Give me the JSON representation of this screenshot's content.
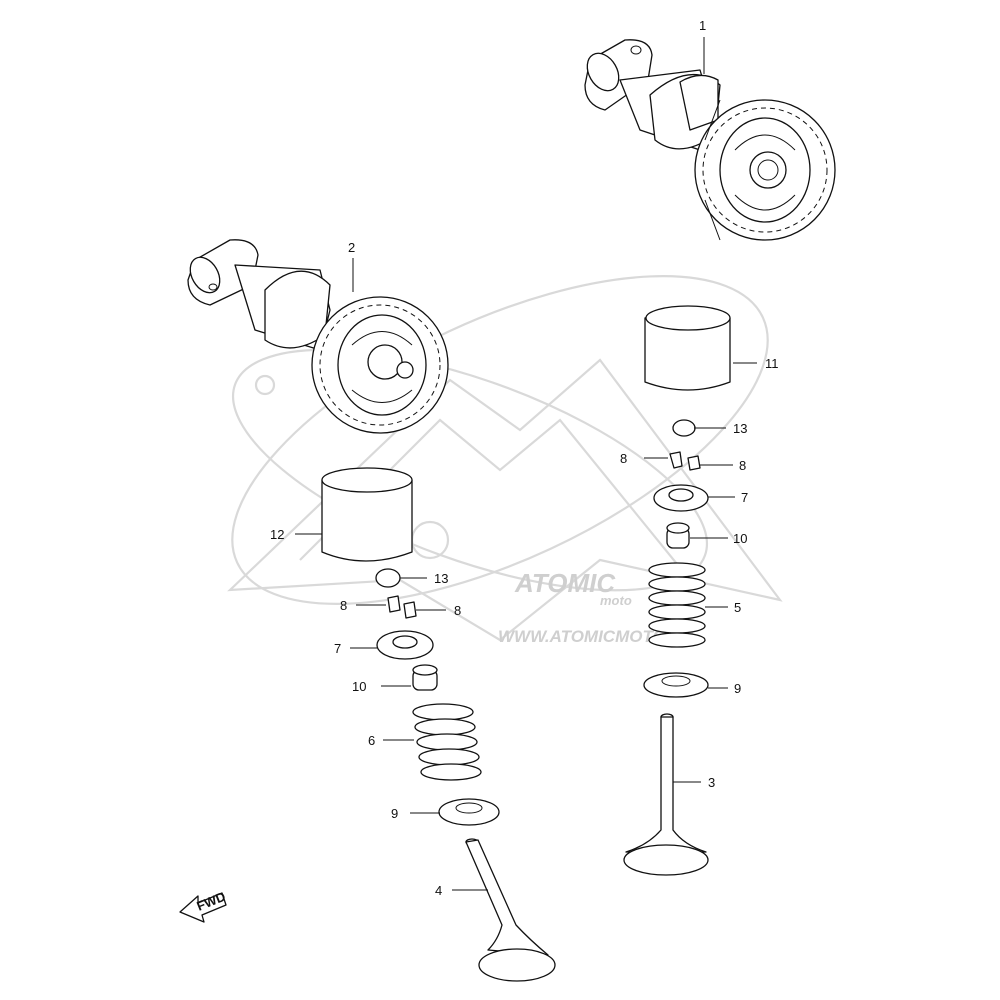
{
  "watermark": {
    "brand": "ATOMIC",
    "sub": "moto",
    "url": "WWW.ATOMICMOTO.FR"
  },
  "labels": [
    {
      "id": "1",
      "text": "1"
    },
    {
      "id": "2",
      "text": "2"
    },
    {
      "id": "3",
      "text": "3"
    },
    {
      "id": "4",
      "text": "4"
    },
    {
      "id": "5",
      "text": "5"
    },
    {
      "id": "6",
      "text": "6"
    },
    {
      "id": "7a",
      "text": "7"
    },
    {
      "id": "7b",
      "text": "7"
    },
    {
      "id": "8a",
      "text": "8"
    },
    {
      "id": "8b",
      "text": "8"
    },
    {
      "id": "8c",
      "text": "8"
    },
    {
      "id": "8d",
      "text": "8"
    },
    {
      "id": "9a",
      "text": "9"
    },
    {
      "id": "9b",
      "text": "9"
    },
    {
      "id": "10a",
      "text": "10"
    },
    {
      "id": "10b",
      "text": "10"
    },
    {
      "id": "11",
      "text": "11"
    },
    {
      "id": "12",
      "text": "12"
    },
    {
      "id": "13a",
      "text": "13"
    },
    {
      "id": "13b",
      "text": "13"
    }
  ],
  "fwd": {
    "label": "FWD"
  },
  "icons": {
    "direction": "fwd-arrow-icon"
  }
}
